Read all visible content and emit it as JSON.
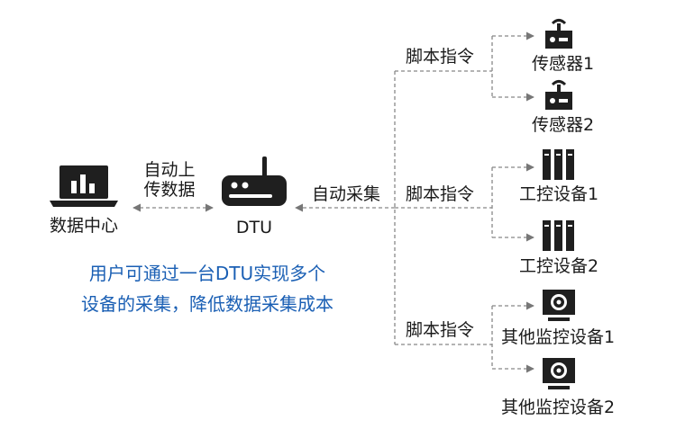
{
  "data_center": {
    "label": "数据中心",
    "icon": "laptop-chart-icon"
  },
  "dtu": {
    "label": "DTU",
    "icon": "router-icon"
  },
  "upload_label": {
    "line1": "自动上",
    "line2": "传数据"
  },
  "collect_label": "自动采集",
  "groups": [
    {
      "command_label": "脚本指令",
      "devices": [
        {
          "label": "传感器1",
          "icon": "sensor-icon"
        },
        {
          "label": "传感器2",
          "icon": "sensor-icon"
        }
      ]
    },
    {
      "command_label": "脚本指令",
      "devices": [
        {
          "label": "工控设备1",
          "icon": "server-rack-icon"
        },
        {
          "label": "工控设备2",
          "icon": "server-rack-icon"
        }
      ]
    },
    {
      "command_label": "脚本指令",
      "devices": [
        {
          "label": "其他监控设备1",
          "icon": "monitor-icon"
        },
        {
          "label": "其他监控设备2",
          "icon": "monitor-icon"
        }
      ]
    }
  ],
  "caption": {
    "line1": "用户可通过一台DTU实现多个",
    "line2": "设备的采集，降低数据采集成本"
  },
  "colors": {
    "icon": "#1f1f1f",
    "line": "#888888",
    "caption": "#1a5fb4"
  }
}
